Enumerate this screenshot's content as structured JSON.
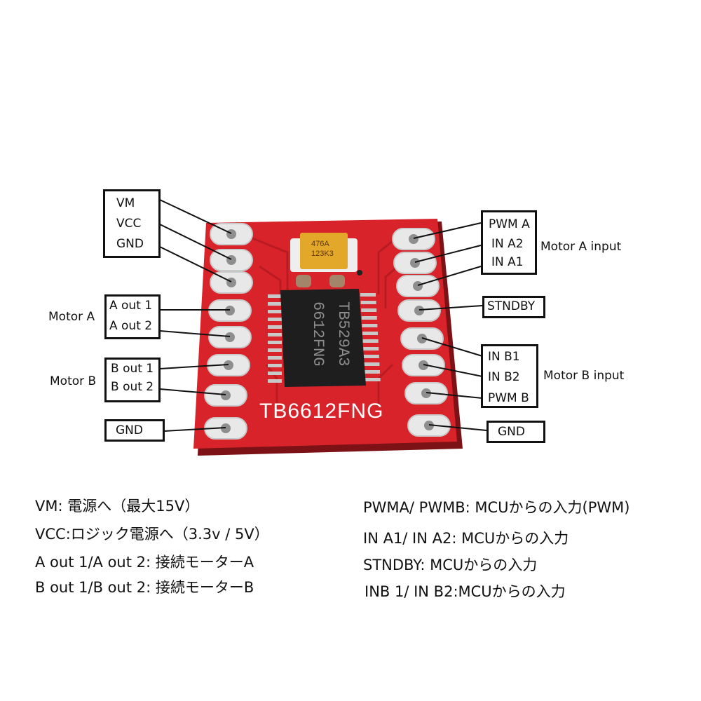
{
  "board": {
    "silkscreen": "TB6612FNG",
    "chip_top": "TB529A3",
    "chip_bottom": "6612FNG",
    "cap_top": "476A",
    "cap_bottom": "123K3"
  },
  "left_pins": {
    "power": [
      "VM",
      "VCC",
      "GND"
    ],
    "motor_a": [
      "A out 1",
      "A out 2"
    ],
    "motor_b": [
      "B out 1",
      "B out 2"
    ],
    "gnd": "GND"
  },
  "right_pins": {
    "motor_a_input": [
      "PWM A",
      "IN A2",
      "IN A1"
    ],
    "standby": "STNDBY",
    "motor_b_input": [
      "IN B1",
      "IN B2",
      "PWM B"
    ],
    "gnd": "GND"
  },
  "group_labels": {
    "motor_a": "Motor A",
    "motor_b": "Motor B",
    "motor_a_input": "Motor A input",
    "motor_b_input": "Motor B input"
  },
  "descriptions": {
    "left": [
      "VM: 電源へ（最大15V）",
      "VCC:ロジック電源へ（3.3v / 5V）",
      "A out 1/A out 2: 接続モーターA",
      "B out 1/B out 2: 接続モーターB"
    ],
    "right": [
      "PWMA/ PWMB: MCUからの入力(PWM)",
      "IN A1/ IN A2: MCUからの入力",
      "STNDBY: MCUからの入力",
      "INB 1/ IN B2:MCUからの入力"
    ]
  },
  "colors": {
    "pcb": "#d8232a",
    "pcb_shadow": "#9e1a1f",
    "pad": "#e8e8e8",
    "chip": "#1e1e1e",
    "capacitor": "#e3a72a",
    "label_border": "#111111"
  }
}
